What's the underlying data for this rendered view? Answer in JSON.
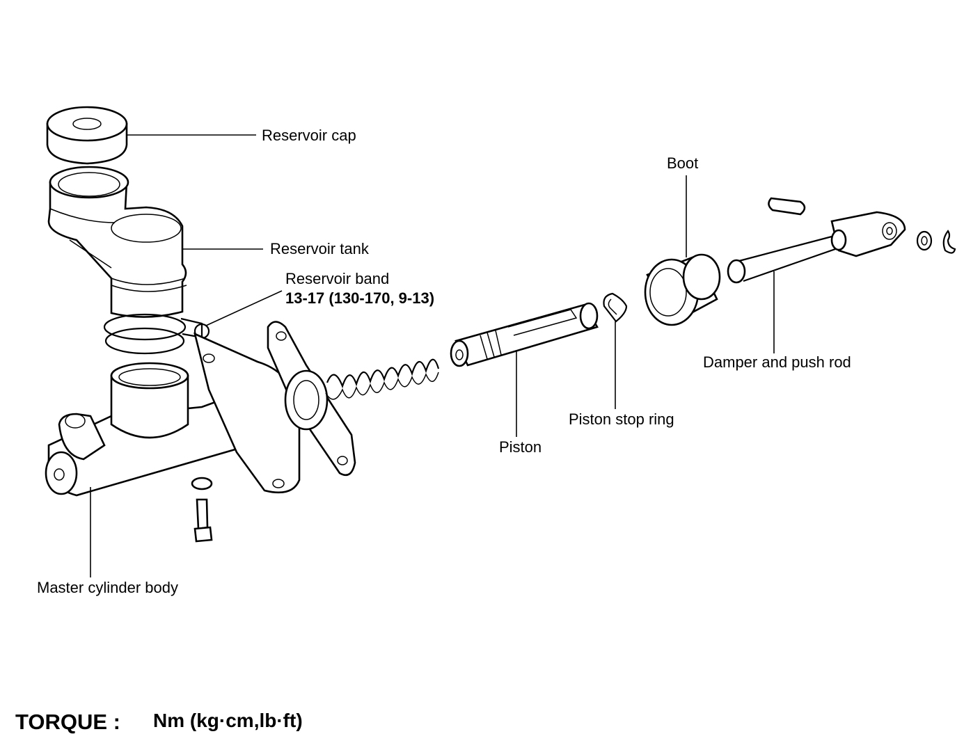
{
  "labels": {
    "reservoir_cap": "Reservoir cap",
    "reservoir_tank": "Reservoir tank",
    "reservoir_band": "Reservoir band",
    "reservoir_band_torque": "13-17 (130-170, 9-13)",
    "boot": "Boot",
    "damper_push_rod": "Damper and push rod",
    "piston_stop_ring": "Piston stop ring",
    "piston": "Piston",
    "master_cylinder_body": "Master cylinder body"
  },
  "torque": {
    "title": "TORQUE :",
    "unit": "Nm (kg·cm,lb·ft)"
  }
}
